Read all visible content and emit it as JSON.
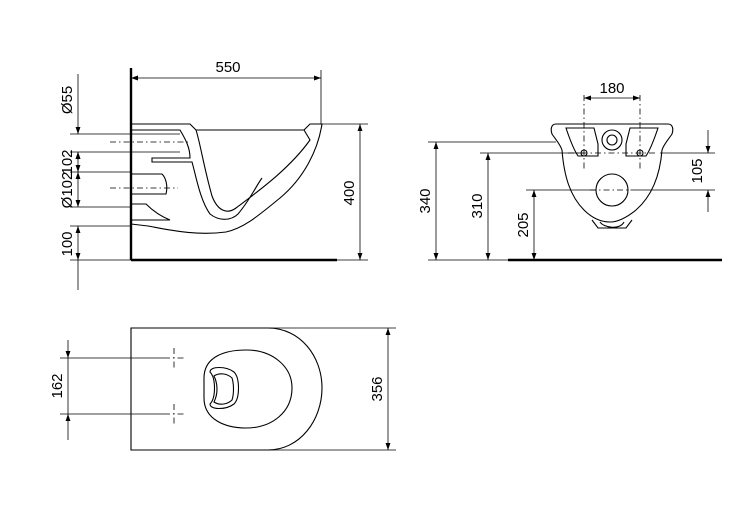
{
  "side_view": {
    "width": "550",
    "height": "400",
    "pipe_diameter": "Ø55",
    "outlet_offset": "102",
    "outlet_diameter": "Ø102",
    "floor_gap": "100"
  },
  "rear_view": {
    "bolt_spacing": "180",
    "bolt_offset": "105",
    "height_total": "340",
    "height_bolts": "310",
    "height_outlet": "205"
  },
  "top_view": {
    "bolt_distance": "162",
    "depth": "356"
  }
}
